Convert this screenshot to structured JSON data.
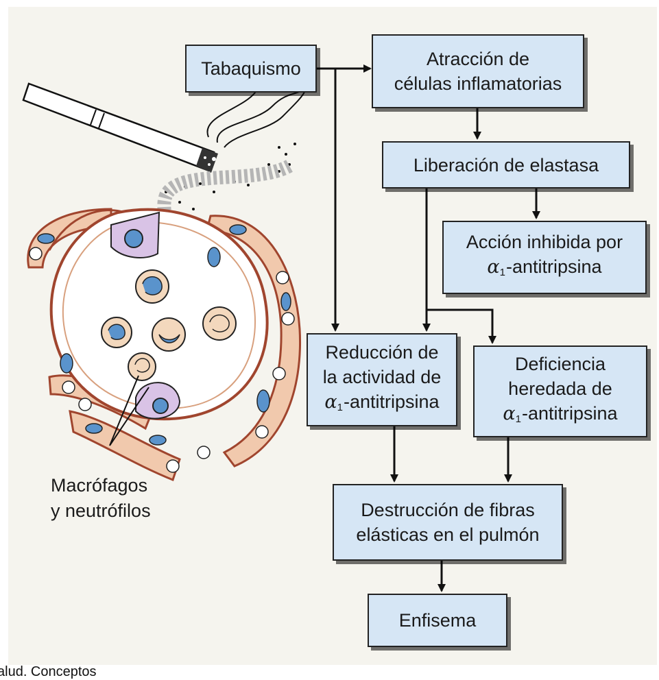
{
  "boxes": {
    "tabaquismo": "Tabaquismo",
    "atraccion": [
      "Atracción de",
      "células inflamatorias"
    ],
    "liberacion": "Liberación de elastasa",
    "accion": [
      "Acción inhibida por",
      "-antitripsina"
    ],
    "reduccion": [
      "Reducción de",
      "la actividad de",
      "-antitripsina"
    ],
    "deficiencia": [
      "Deficiencia",
      "heredada de",
      "-antitripsina"
    ],
    "destruccion": [
      "Destrucción de fibras",
      "elásticas en el pulmón"
    ],
    "enfisema": "Enfisema"
  },
  "alpha_symbol": "α",
  "alpha_subscript": "1",
  "cells_label": [
    "Macrófagos",
    "y neutrófilos"
  ],
  "caption": "alud. Conceptos",
  "colors": {
    "box_fill": "#d6e6f5",
    "background": "#f5f4ee",
    "alveolar_wall": "#f1c9ad",
    "nucleus_blue": "#5a93cc",
    "macrophage_fill": "#d9c3e6",
    "smoke_arrow": "#b5b5b5"
  },
  "icons": [
    "cigarette-icon",
    "smoke-icon",
    "alveolus-icon",
    "macrophage-icon",
    "neutrophil-icon"
  ]
}
